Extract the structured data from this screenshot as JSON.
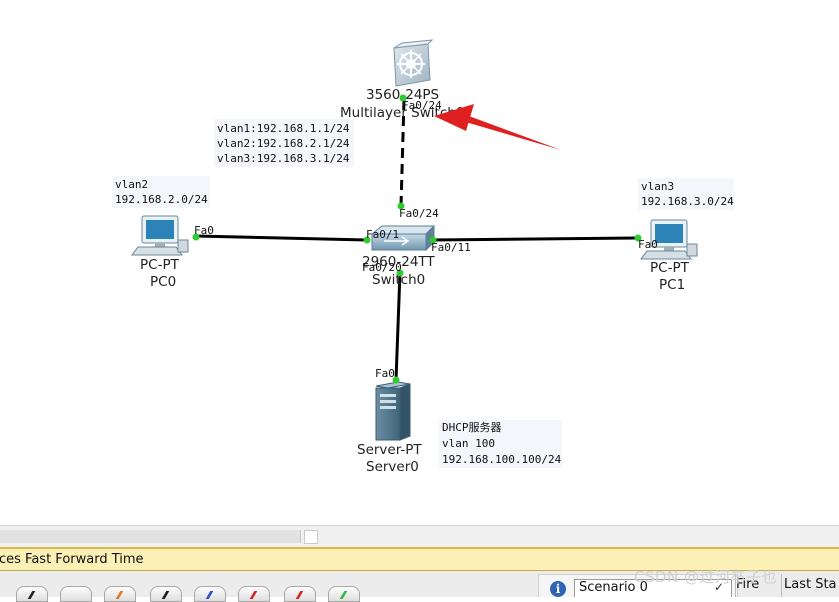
{
  "devices": {
    "multilayer_switch": {
      "model": "3560-24PS",
      "name": "Multilayer Switch0"
    },
    "switch": {
      "model": "2960-24TT",
      "name": "Switch0"
    },
    "pc0": {
      "model": "PC-PT",
      "name": "PC0"
    },
    "pc1": {
      "model": "PC-PT",
      "name": "PC1"
    },
    "server": {
      "model": "Server-PT",
      "name": "Server0"
    }
  },
  "ports": {
    "ml_fa0_24": "Fa0/24",
    "sw_fa0_24": "Fa0/24",
    "sw_fa0_1": "Fa0/1",
    "sw_fa0_11": "Fa0/11",
    "sw_fa0_20": "Fa0/20",
    "pc0_fa0": "Fa0",
    "pc1_fa0": "Fa0",
    "server_fa0": "Fa0"
  },
  "notes": {
    "multilayer_vlans": [
      "vlan1:192.168.1.1/24",
      "vlan2:192.168.2.1/24",
      "vlan3:192.168.3.1/24"
    ],
    "pc0": [
      "vlan2",
      "192.168.2.0/24"
    ],
    "pc1": [
      "vlan3",
      "192.168.3.0/24"
    ],
    "server": [
      "DHCP服务器",
      "vlan 100",
      "192.168.100.100/24"
    ]
  },
  "colors": {
    "link": "#000000",
    "port_up": "#2ecc2e",
    "annotation_arrow": "#e02020",
    "statusbar_bg": "#fbf0b5"
  },
  "statusbar": {
    "text": "ces  Fast Forward Time"
  },
  "bottom_panel": {
    "scenario": "Scenario 0",
    "fire_label": "Fire",
    "last_status_label": "Last Sta",
    "info_icon": "i"
  },
  "watermark": "CSDN @过河卒子也"
}
